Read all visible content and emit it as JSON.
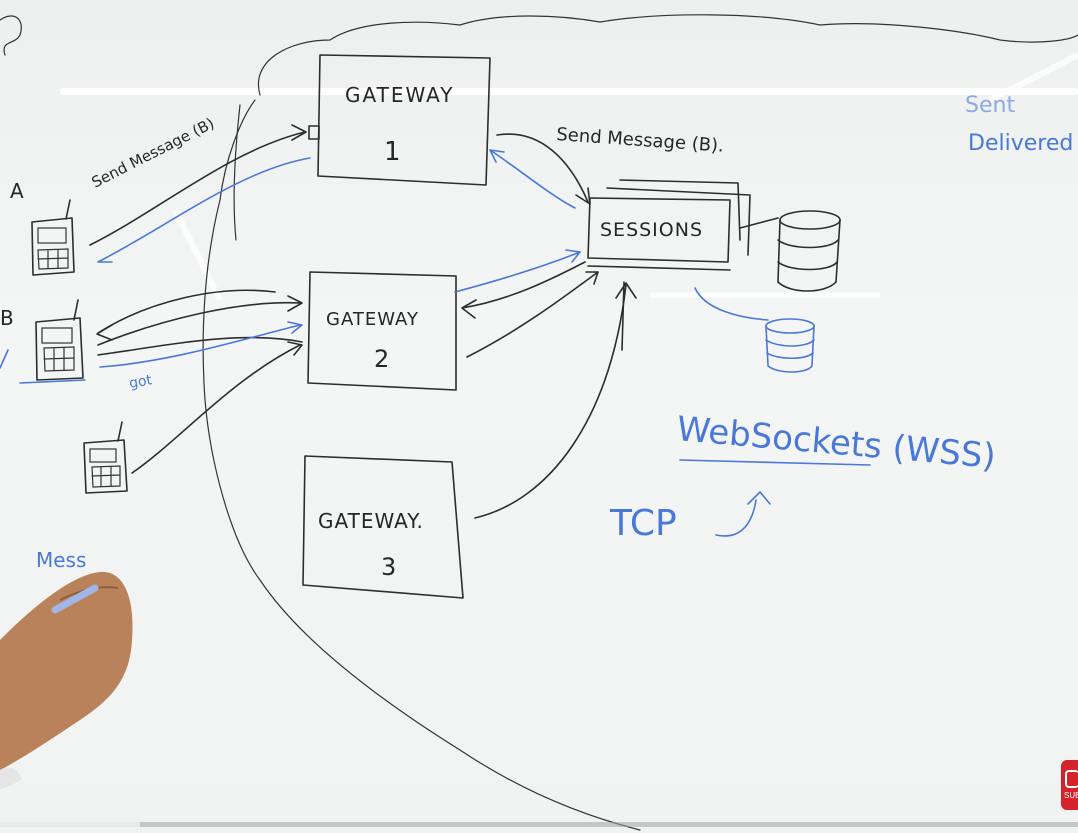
{
  "diagram": {
    "gateway_1": {
      "title": "GATEWAY",
      "number": "1"
    },
    "gateway_2": {
      "title": "GATEWAY",
      "number": "2"
    },
    "gateway_3": {
      "title": "GATEWAY.",
      "number": "3"
    },
    "sessions": {
      "label": "SESSIONS"
    },
    "client_a": "A",
    "client_b": "B",
    "send_message_left": "Send Message (B)",
    "send_message_right": "Send Message (B).",
    "ack_label": "got",
    "right_notes": [
      "Sent",
      "Delivered"
    ],
    "protocol_main": "WebSockets (WSS)",
    "protocol_base": "TCP",
    "partial_note": "Mess"
  },
  "video_overlay": {
    "progress": 0.13,
    "subscribe_text": "SUB",
    "subscribe_color": "#d4232a"
  },
  "colors": {
    "ink": "#2d2d2d",
    "blue_marker": "#4a78d8",
    "board": "#f1f3f3"
  }
}
